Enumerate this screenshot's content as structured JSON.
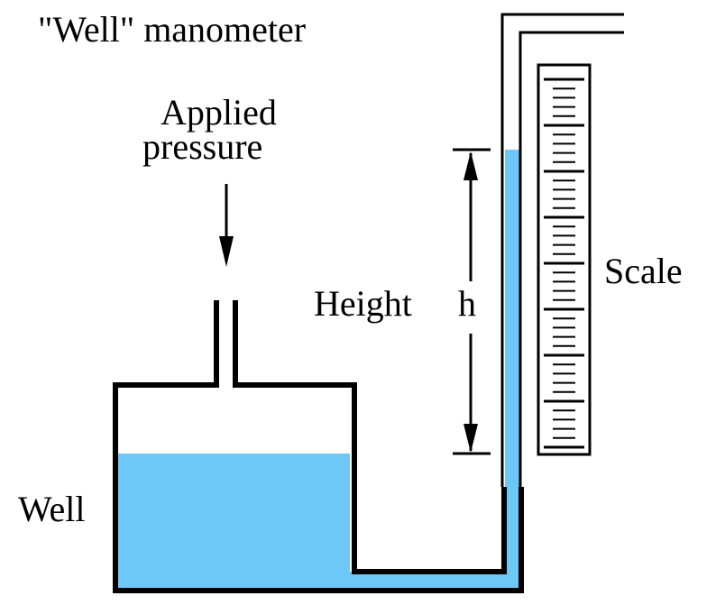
{
  "title": "\"Well\" manometer",
  "labels": {
    "applied_line1": "Applied",
    "applied_line2": "pressure",
    "height": "Height",
    "h": "h",
    "scale": "Scale",
    "well": "Well"
  },
  "colors": {
    "liquid": "#6ec8f7",
    "line": "#000000",
    "background": "#ffffff"
  },
  "scale": {
    "major_every": 5
  }
}
